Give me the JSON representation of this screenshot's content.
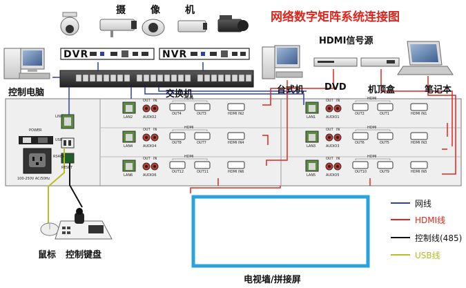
{
  "title": "网络数字矩阵系统连接图",
  "labels": {
    "cameras": [
      "摄",
      "像",
      "机"
    ],
    "dvr": "DVR",
    "nvr": "NVR",
    "control_pc": "控制电脑",
    "switch": "交换机",
    "hdmi_source": "HDMI信号源",
    "desktop": "台式机",
    "dvd": "DVD",
    "stb": "机顶盒",
    "laptop": "笔记本",
    "mouse": "鼠标",
    "keyboard": "控制键盘",
    "video_wall": "电视墙/拼接屏"
  },
  "legend": [
    {
      "text": "网线",
      "color": "#2b3fb0",
      "text_color": "#111111"
    },
    {
      "text": "HDMI线",
      "color": "#e0241b",
      "text_color": "#e0241b"
    },
    {
      "text": "控制线(485)",
      "color": "#111111",
      "text_color": "#111111"
    },
    {
      "text": "USB线",
      "color": "#b8bd27",
      "text_color": "#b8bd27"
    }
  ],
  "panel": {
    "power": "POWER",
    "voltage": "100-250V AC/50Hz",
    "link": "LINK",
    "usb": "USB",
    "rs485": "RS485",
    "reset": "RESET",
    "cells": [
      {
        "lan": "LAN2",
        "audio": "AUDIO2",
        "out_a": "OUT4",
        "out_b": "OUT3",
        "hdmi_in": "HDMI IN2"
      },
      {
        "lan": "LAN4",
        "audio": "AUDIO4",
        "out_a": "OUT8",
        "out_b": "OUT7",
        "hdmi_in": "HDMI IN4"
      },
      {
        "lan": "LAN6",
        "audio": "AUDIO6",
        "out_a": "OUT12",
        "out_b": "OUT11",
        "hdmi_in": "HDMI IN6"
      },
      {
        "lan": "LAN1",
        "audio": "AUDIO1",
        "out_a": "OUT2",
        "out_b": "OUT1",
        "hdmi_in": "HDMI IN1"
      },
      {
        "lan": "LAN3",
        "audio": "AUDIO3",
        "out_a": "OUT6",
        "out_b": "OUT5",
        "hdmi_in": "HDMI IN3"
      },
      {
        "lan": "LAN5",
        "audio": "AUDIO5",
        "out_a": "OUT10",
        "out_b": "OUT9",
        "hdmi_in": "HDMI IN5"
      }
    ],
    "out": "OUT",
    "in": "IN",
    "hdmi": "HDMI"
  }
}
